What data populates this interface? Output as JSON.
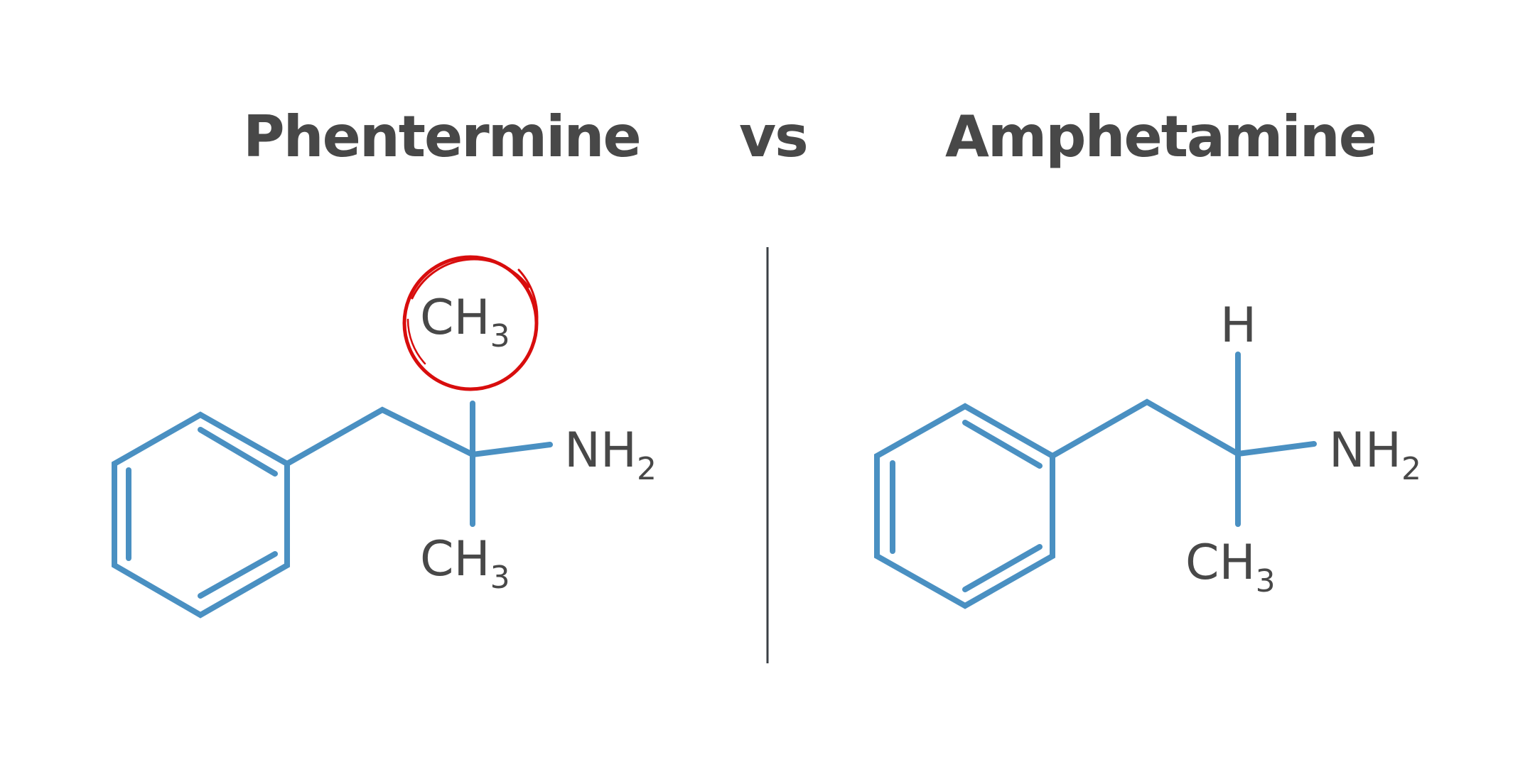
{
  "titles": {
    "left": "Phentermine",
    "vs": "vs",
    "right": "Amphetamine"
  },
  "colors": {
    "bond": "#4a90c2",
    "text": "#484848",
    "highlight": "#d80d0d",
    "divider": "#3a3f44"
  },
  "phentermine": {
    "name": "Phentermine",
    "top_group": {
      "main": "CH",
      "sub": "3"
    },
    "right_group": {
      "main": "NH",
      "sub": "2"
    },
    "bottom_group": {
      "main": "CH",
      "sub": "3"
    },
    "highlighted_group": "top_group"
  },
  "amphetamine": {
    "name": "Amphetamine",
    "top_group": {
      "main": "H",
      "sub": ""
    },
    "right_group": {
      "main": "NH",
      "sub": "2"
    },
    "bottom_group": {
      "main": "CH",
      "sub": "3"
    }
  }
}
